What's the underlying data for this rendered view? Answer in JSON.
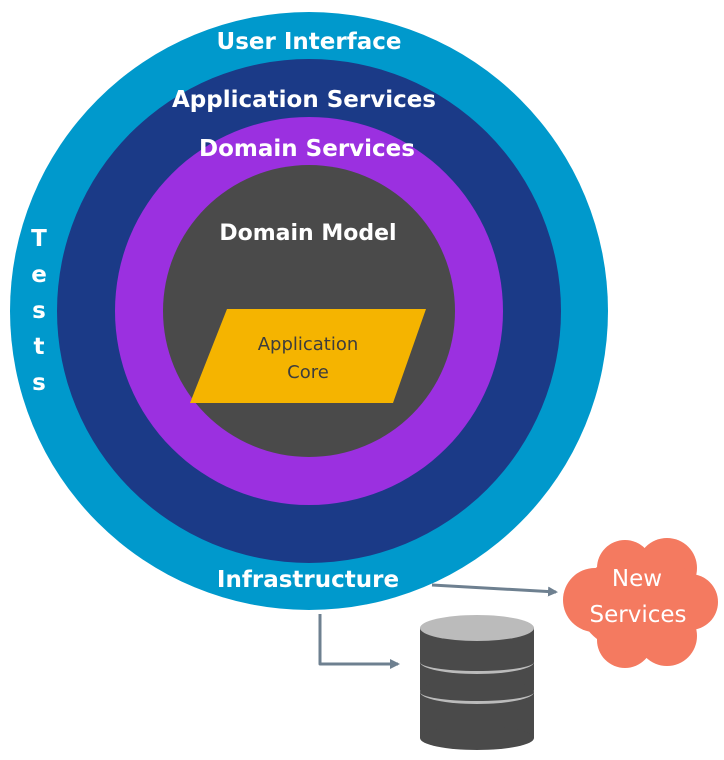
{
  "layers": {
    "user_interface": "User Interface",
    "application_services": "Application Services",
    "domain_services": "Domain Services",
    "domain_model": "Domain Model",
    "infrastructure": "Infrastructure",
    "tests": [
      "T",
      "e",
      "s",
      "t",
      "s"
    ]
  },
  "core": {
    "line1": "Application",
    "line2": "Core"
  },
  "external": {
    "new_services_line1": "New",
    "new_services_line2": "Services"
  },
  "colors": {
    "outer_ring": "#0099CC",
    "application_ring": "#1B3A87",
    "domain_services_ring": "#9B30E0",
    "domain_model": "#4A4A4A",
    "core": "#F5B400",
    "cloud": "#F47A60",
    "database": "#4A4A4A",
    "arrow": "#6E8090"
  }
}
